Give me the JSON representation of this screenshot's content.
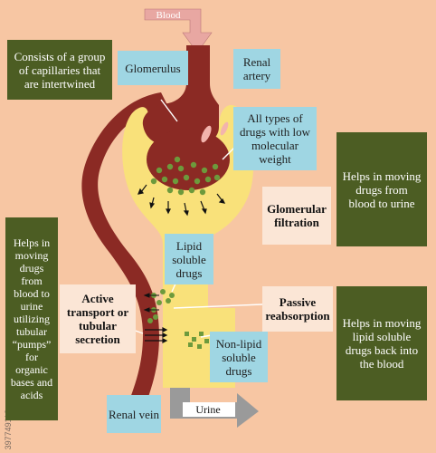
{
  "labels": {
    "blood": "Blood",
    "capillaries": "Consists of a group of capillaries that are intertwined",
    "glomerulus": "Glomerulus",
    "renal_artery": "Renal artery",
    "all_drugs": "All types of drugs with low molecular weight",
    "moving_blood_urine": "Helps in moving drugs from blood to urine",
    "glomerular_filtration": "Glomerular filtration",
    "tubular_pumps": "Helps in moving drugs from blood to urine utilizing tubular “pumps” for organic bases and acids",
    "lipid_soluble": "Lipid soluble drugs",
    "active_transport": "Active transport or tubular secretion",
    "passive_reabsorption": "Passive reabsorption",
    "moving_back": "Helps in moving lipid soluble drugs back into the blood",
    "non_lipid": "Non-lipid soluble drugs",
    "renal_vein": "Renal vein",
    "urine": "Urine",
    "watermark_id": "397749112"
  },
  "colors": {
    "background": "#f7c6a3",
    "vessel": "#8b2a24",
    "nephron": "#f9e17a",
    "drug_dot": "#6d9a3c",
    "green_box": "#4c5d23",
    "blue_box": "#9fd6e3",
    "cream_box": "#fbe6d6",
    "arrow_gray": "#9a9a9a",
    "blood_arrow": "#e8a7a2"
  }
}
